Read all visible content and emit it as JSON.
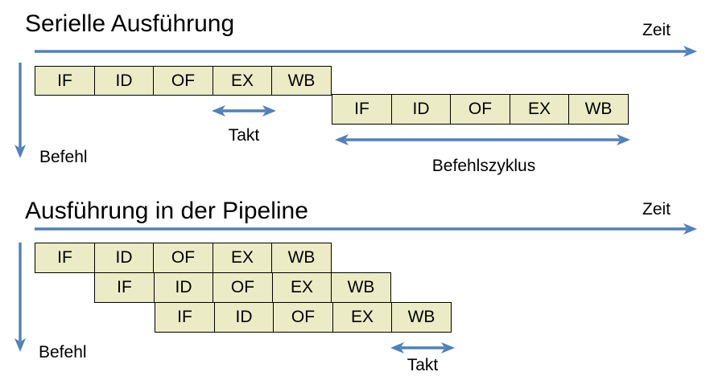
{
  "colors": {
    "box_fill": "#EBEBC6",
    "box_border": "#000000",
    "arrow": "#4F81BD",
    "text": "#000000"
  },
  "serial": {
    "title": "Serielle Ausführung",
    "time_label": "Zeit",
    "instruction_label": "Befehl",
    "clock_label": "Takt",
    "cycle_label": "Befehlszyklus",
    "rows": [
      {
        "cells": [
          "IF",
          "ID",
          "OF",
          "EX",
          "WB"
        ]
      },
      {
        "cells": [
          "IF",
          "ID",
          "OF",
          "EX",
          "WB"
        ]
      }
    ]
  },
  "pipeline": {
    "title": "Ausführung in der Pipeline",
    "time_label": "Zeit",
    "instruction_label": "Befehl",
    "clock_label": "Takt",
    "rows": [
      {
        "cells": [
          "IF",
          "ID",
          "OF",
          "EX",
          "WB"
        ]
      },
      {
        "cells": [
          "IF",
          "ID",
          "OF",
          "EX",
          "WB"
        ]
      },
      {
        "cells": [
          "IF",
          "ID",
          "OF",
          "EX",
          "WB"
        ]
      }
    ]
  }
}
